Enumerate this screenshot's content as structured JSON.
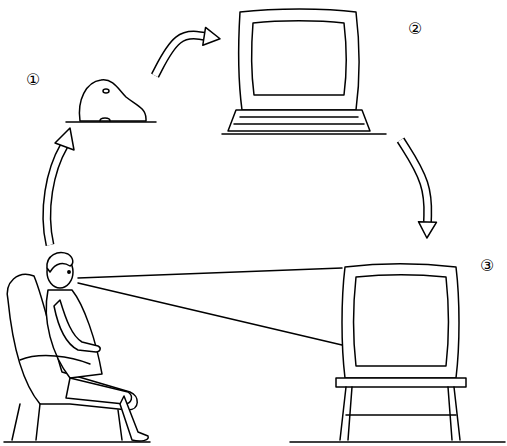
{
  "diagram": {
    "nodes": [
      {
        "text": [
          "①"
        ]
      },
      {
        "text": [
          "②"
        ]
      },
      {
        "text": [
          "③"
        ]
      }
    ],
    "edges": [
      {
        "from": 0,
        "to": 1,
        "arrow": "to"
      },
      {
        "from": 1,
        "to": 2,
        "arrow": "to"
      }
    ]
  }
}
